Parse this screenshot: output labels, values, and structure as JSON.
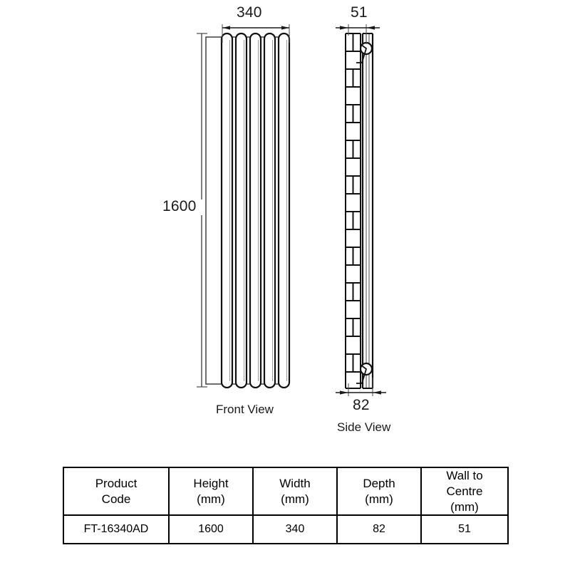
{
  "drawing": {
    "front_view": {
      "label": "Front View",
      "width_dimension": "340",
      "height_dimension": "1600",
      "column_count": 5
    },
    "side_view": {
      "label": "Side View",
      "wall_to_centre_dimension": "51",
      "depth_dimension": "82",
      "bracket_count": 2
    },
    "colors": {
      "line": "#1a1a1a",
      "background": "#ffffff",
      "hatch": "#000000"
    }
  },
  "spec_table": {
    "headers": [
      {
        "line1": "Product",
        "line2": "Code"
      },
      {
        "line1": "Height",
        "line2": "(mm)"
      },
      {
        "line1": "Width",
        "line2": "(mm)"
      },
      {
        "line1": "Depth",
        "line2": "(mm)"
      },
      {
        "line1": "Wall to",
        "line2": "Centre",
        "line3": "(mm)"
      }
    ],
    "rows": [
      {
        "product_code": "FT-16340AD",
        "height": "1600",
        "width": "340",
        "depth": "82",
        "wall_to_centre": "51"
      }
    ]
  }
}
